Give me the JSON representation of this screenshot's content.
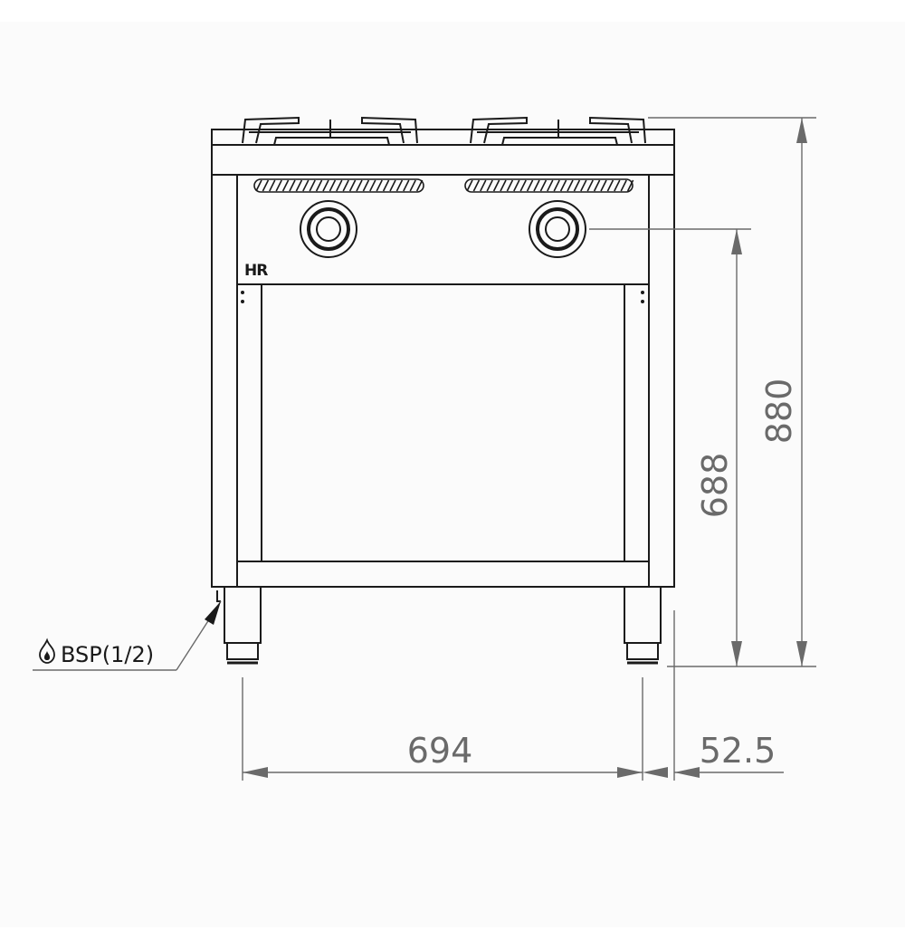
{
  "drawing": {
    "brand_logo": "HR",
    "gas_connection_label": "BSP(1/2)",
    "icons": {
      "gas": "flame-icon"
    },
    "colors": {
      "line": "#1a1a1a",
      "dimension": "#6a6a6a",
      "background": "#fbfbfb"
    }
  },
  "dimensions": {
    "total_height": "880",
    "knob_height": "688",
    "leg_span_width": "694",
    "side_offset": "52.5"
  }
}
